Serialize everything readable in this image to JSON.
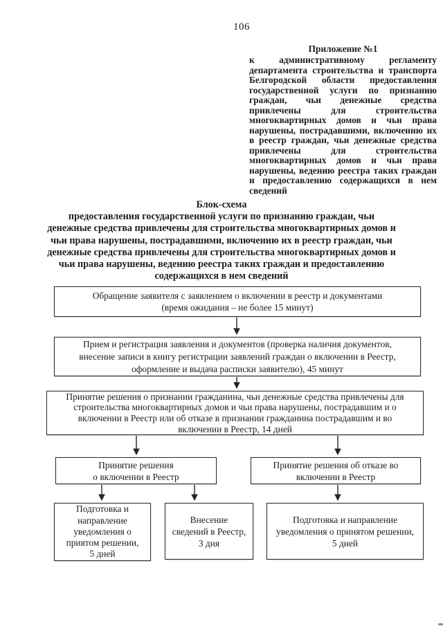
{
  "page": {
    "number": "106"
  },
  "appendix": {
    "heading": "Приложение №1",
    "body": "к административному регламенту департамента строительства и транспорта Белгородской области предоставления государственной услуги по признанию граждан, чьи денежные средства привлечены для строительства многоквартирных домов и чьи права нарушены, пострадавшими, включению их в реестр граждан, чьи денежные средства привлечены для строительства многоквартирных домов и чьи права нарушены, ведению реестра таких граждан и предоставлению содержащихся в нем сведений"
  },
  "title": {
    "heading": "Блок-схема",
    "lines": [
      "предоставления государственной услуги по признанию граждан, чьи",
      "денежные средства привлечены для строительства многоквартирных домов и",
      "чьи права нарушены, пострадавшими, включению их в реестр граждан, чьи",
      "денежные средства привлечены для строительства многоквартирных домов и",
      "чьи права нарушены, ведению реестра таких граждан и предоставлению",
      "содержащихся в нем сведений"
    ]
  },
  "flowchart": {
    "boxes": {
      "application": {
        "lines": [
          "Обращение заявителя с заявлением о включении в реестр и документами",
          "(время ожидания – не более 15 минут)"
        ]
      },
      "reception": {
        "lines": [
          "Прием и регистрация заявления и документов (проверка наличия документов,",
          "внесение записи в книгу регистрации заявлений граждан о включении в Реестр,",
          "оформление и выдача расписки заявителю), 45 минут"
        ]
      },
      "decision": {
        "lines": [
          "Принятие решения о признании гражданина, чьи денежные средства привлечены для",
          "строительства многоквартирных домов и чьи права нарушены, пострадавшим и о",
          "включении в Реестр или об отказе в признании гражданина пострадавшим и во",
          "включении в Реестр, 14 дней"
        ]
      },
      "decision_include": {
        "lines": [
          "Принятие решения",
          "о включении в Реестр"
        ]
      },
      "decision_refuse": {
        "lines": [
          "Принятие решения об отказе во",
          "включении в Реестр"
        ]
      },
      "notice_include": {
        "lines": [
          "Подготовка и",
          "направление",
          "уведомления о",
          "приятом решении,",
          "5 дней"
        ]
      },
      "register_entry": {
        "lines": [
          "Внесение",
          "сведений в Реестр,",
          "3 дня"
        ]
      },
      "notice_refuse": {
        "lines": [
          "Подготовка и направление",
          "уведомления о принятом решении,",
          "5 дней"
        ]
      }
    },
    "edges": [
      {
        "from": "application",
        "to": "reception"
      },
      {
        "from": "reception",
        "to": "decision"
      },
      {
        "from": "decision",
        "to": "decision_include"
      },
      {
        "from": "decision",
        "to": "decision_refuse"
      },
      {
        "from": "decision_include",
        "to": "notice_include"
      },
      {
        "from": "decision_include",
        "to": "register_entry"
      },
      {
        "from": "decision_refuse",
        "to": "notice_refuse"
      }
    ]
  },
  "colors": {
    "ink": "#1e1e1e",
    "border": "#2f2f2f",
    "background": "#ffffff"
  }
}
